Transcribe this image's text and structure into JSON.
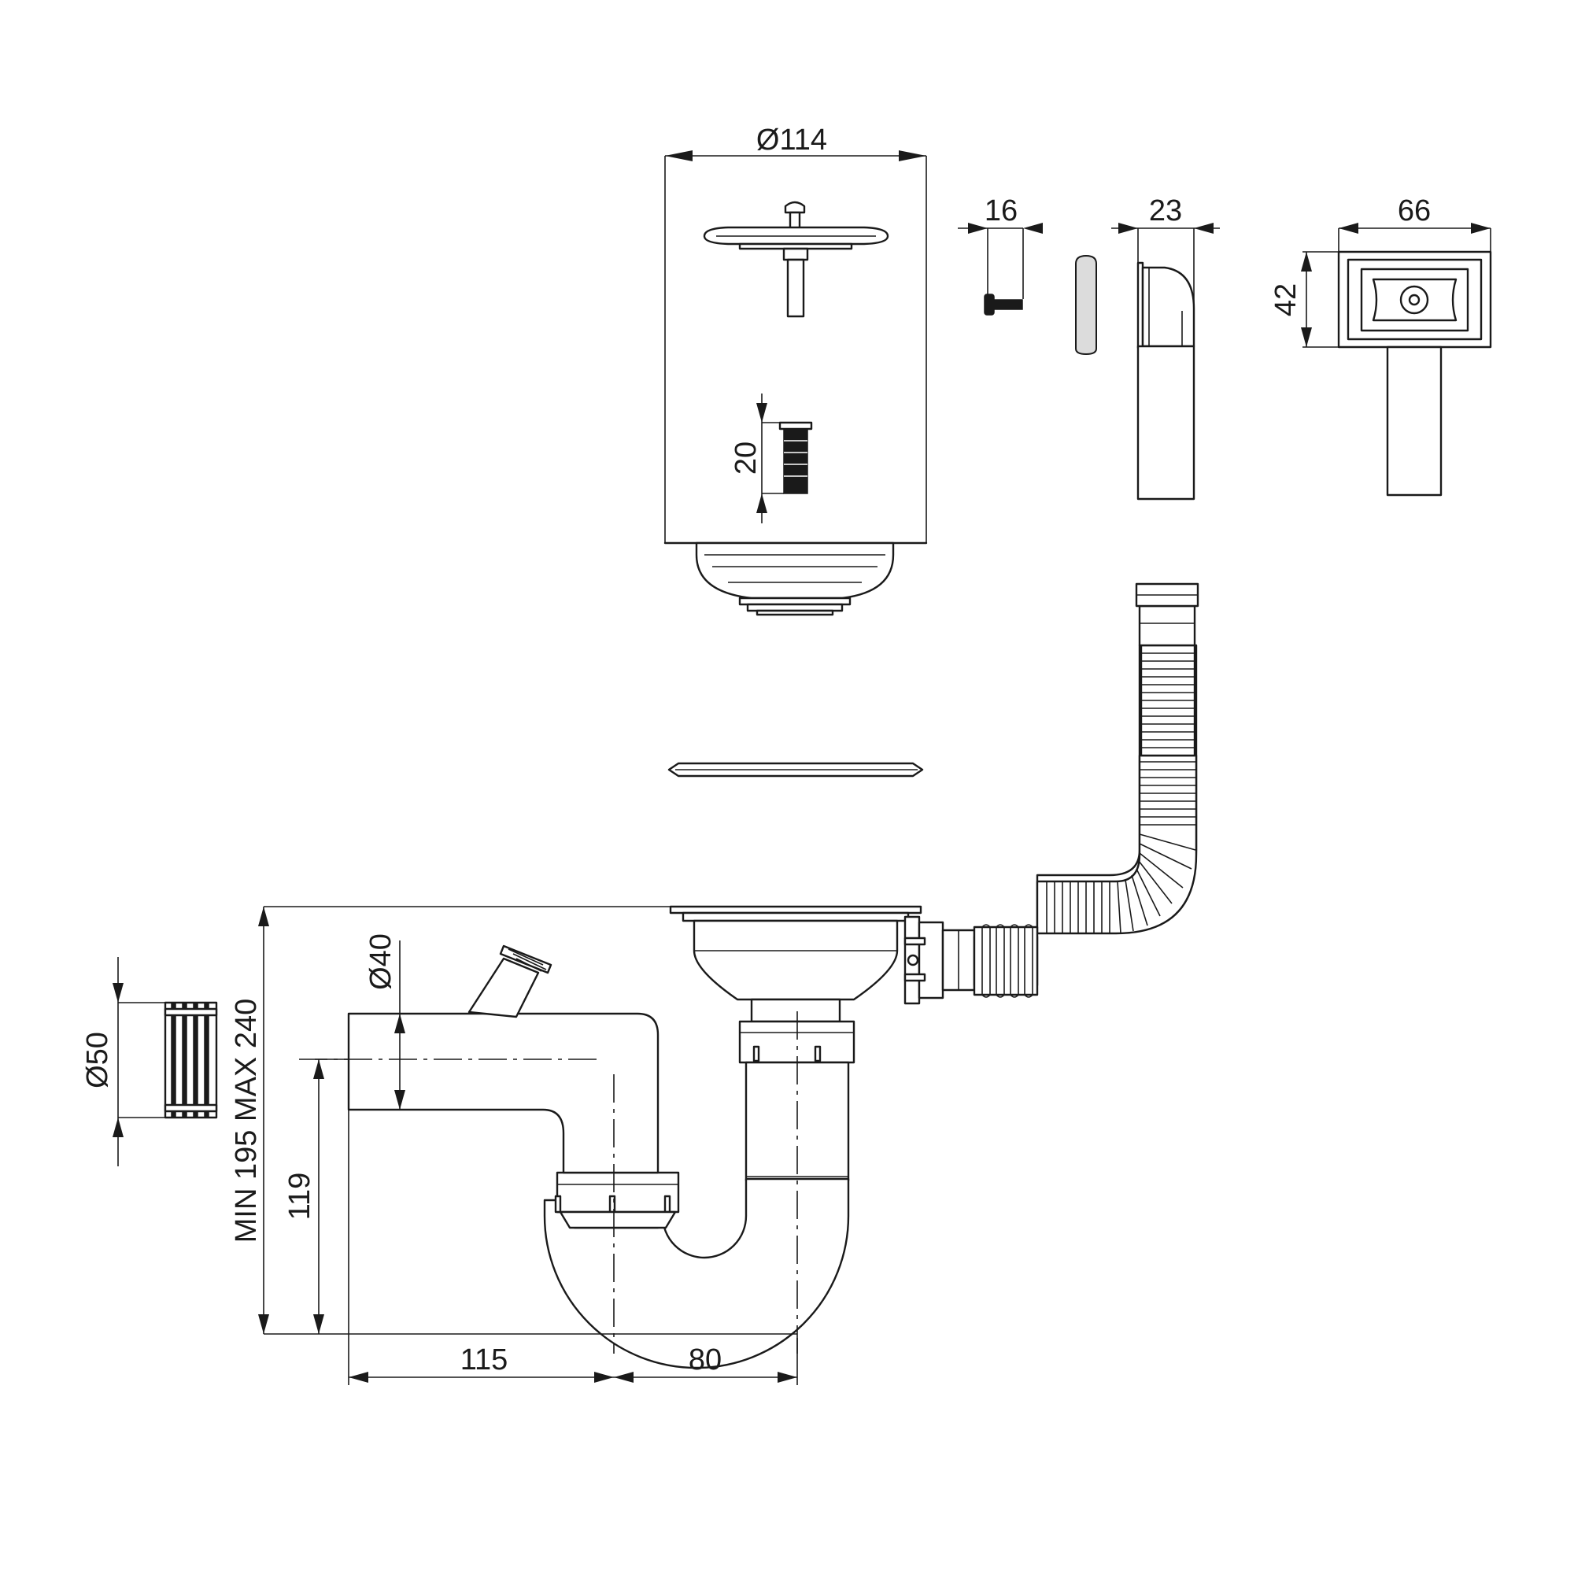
{
  "dimensions": {
    "strainer_diameter": "Ø114",
    "screw_length": "16",
    "overflow_depth": "23",
    "overflow_width": "66",
    "overflow_height": "42",
    "bolt_length": "20",
    "pipe_diameter": "Ø40",
    "outlet_diameter": "Ø50",
    "total_height": "MIN 195 MAX 240",
    "outlet_height": "119",
    "outlet_offset": "115",
    "trap_offset": "80"
  }
}
